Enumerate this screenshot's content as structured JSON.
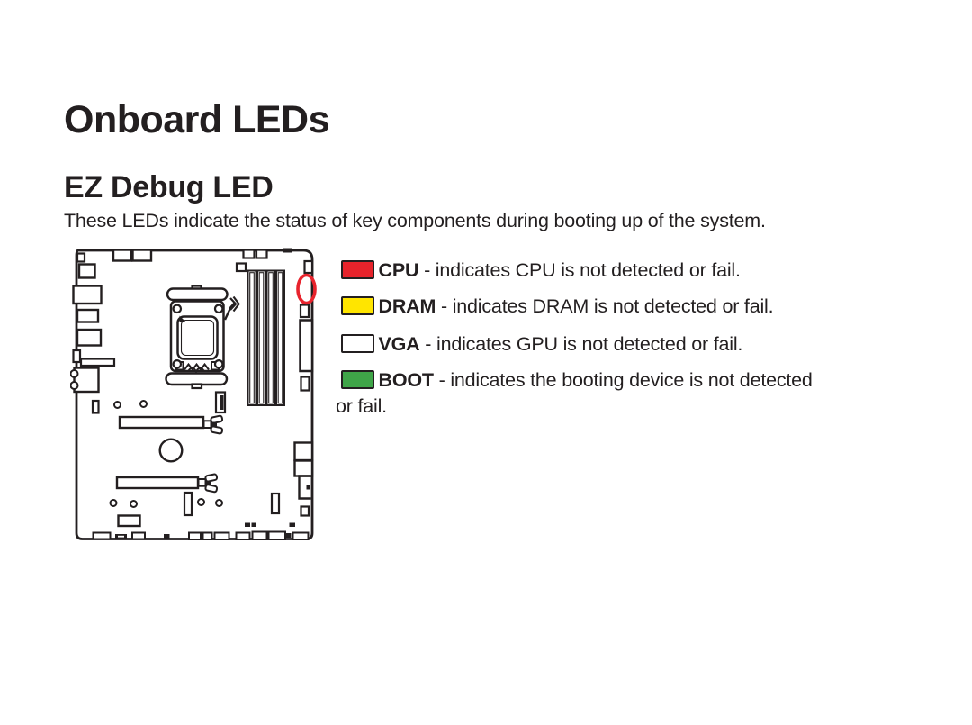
{
  "page": {
    "title": "Onboard LEDs",
    "section_heading": "EZ Debug LED",
    "intro": "These LEDs indicate the status of key components during booting up of the system."
  },
  "legend": {
    "items": [
      {
        "name": "CPU",
        "color": "#E6232B",
        "description": "- indicates CPU is not detected or fail."
      },
      {
        "name": "DRAM",
        "color": "#FFE500",
        "description": "- indicates DRAM is not detected or fail."
      },
      {
        "name": "VGA",
        "color": "#FFFFFF",
        "description": "- indicates GPU is not detected or fail."
      },
      {
        "name": "BOOT",
        "color": "#3FA548",
        "description": "- indicates the booting device is not detected or fail."
      }
    ]
  },
  "diagram": {
    "type": "motherboard-layout-drawing",
    "highlight": "ez-debug-led-location",
    "highlight_color": "#E8232D"
  }
}
